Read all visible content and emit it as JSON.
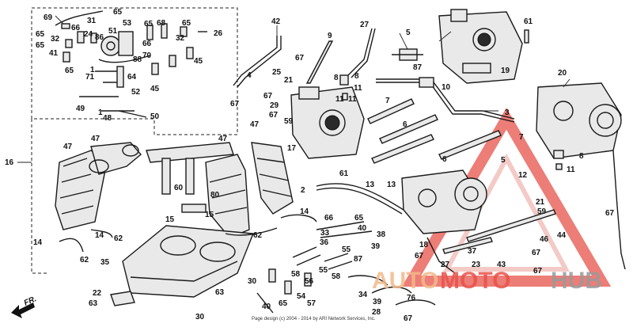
{
  "diagram": {
    "front_indicator": "FR.",
    "copyright": "Page design (c) 2004 - 2014 by ARI Network Services, Inc.",
    "callouts": [
      {
        "id": "c69",
        "text": "69"
      },
      {
        "id": "c65a",
        "text": "65"
      },
      {
        "id": "c31",
        "text": "31"
      },
      {
        "id": "c65b",
        "text": "65"
      },
      {
        "id": "c32a",
        "text": "32"
      },
      {
        "id": "c66a",
        "text": "66"
      },
      {
        "id": "c65c",
        "text": "65"
      },
      {
        "id": "c41",
        "text": "41"
      },
      {
        "id": "c86",
        "text": "86"
      },
      {
        "id": "c53",
        "text": "53"
      },
      {
        "id": "c51",
        "text": "51"
      },
      {
        "id": "c24",
        "text": "24"
      },
      {
        "id": "c68",
        "text": "68"
      },
      {
        "id": "c65d",
        "text": "65"
      },
      {
        "id": "c65e",
        "text": "65"
      },
      {
        "id": "c26",
        "text": "26"
      },
      {
        "id": "c32b",
        "text": "32"
      },
      {
        "id": "c66b",
        "text": "66"
      },
      {
        "id": "c45a",
        "text": "45"
      },
      {
        "id": "c70",
        "text": "70"
      },
      {
        "id": "c88",
        "text": "88"
      },
      {
        "id": "c65f",
        "text": "65"
      },
      {
        "id": "c71",
        "text": "71"
      },
      {
        "id": "c64",
        "text": "64"
      },
      {
        "id": "c1a",
        "text": "1"
      },
      {
        "id": "c52",
        "text": "52"
      },
      {
        "id": "c45b",
        "text": "45"
      },
      {
        "id": "c49",
        "text": "49"
      },
      {
        "id": "c1b",
        "text": "1"
      },
      {
        "id": "c48",
        "text": "48"
      },
      {
        "id": "c50",
        "text": "50"
      },
      {
        "id": "c42",
        "text": "42"
      },
      {
        "id": "c67a",
        "text": "67"
      },
      {
        "id": "c4",
        "text": "4"
      },
      {
        "id": "c25",
        "text": "25"
      },
      {
        "id": "c21a",
        "text": "21"
      },
      {
        "id": "c67b",
        "text": "67"
      },
      {
        "id": "c67c",
        "text": "67"
      },
      {
        "id": "c29",
        "text": "29"
      },
      {
        "id": "c67d",
        "text": "67"
      },
      {
        "id": "c9",
        "text": "9"
      },
      {
        "id": "c27a",
        "text": "27"
      },
      {
        "id": "c8a",
        "text": "8"
      },
      {
        "id": "c11a",
        "text": "11"
      },
      {
        "id": "c11b",
        "text": "11"
      },
      {
        "id": "c5a",
        "text": "5"
      },
      {
        "id": "c87a",
        "text": "87"
      },
      {
        "id": "c10",
        "text": "10"
      },
      {
        "id": "c19",
        "text": "19"
      },
      {
        "id": "c61a",
        "text": "61"
      },
      {
        "id": "c59a",
        "text": "59"
      },
      {
        "id": "c17",
        "text": "17"
      },
      {
        "id": "c7a",
        "text": "7"
      },
      {
        "id": "c3",
        "text": "3"
      },
      {
        "id": "c6a",
        "text": "6"
      },
      {
        "id": "c6b",
        "text": "6"
      },
      {
        "id": "c20",
        "text": "20"
      },
      {
        "id": "c47a",
        "text": "47"
      },
      {
        "id": "c47b",
        "text": "47"
      },
      {
        "id": "c47c",
        "text": "47"
      },
      {
        "id": "c47d",
        "text": "47"
      },
      {
        "id": "c16",
        "text": "16"
      },
      {
        "id": "c60",
        "text": "60"
      },
      {
        "id": "c80",
        "text": "80"
      },
      {
        "id": "c15a",
        "text": "15"
      },
      {
        "id": "c15b",
        "text": "15"
      },
      {
        "id": "c61b",
        "text": "61"
      },
      {
        "id": "c13a",
        "text": "13"
      },
      {
        "id": "c13b",
        "text": "13"
      },
      {
        "id": "c2",
        "text": "2"
      },
      {
        "id": "c8b",
        "text": "8"
      },
      {
        "id": "c11c",
        "text": "11"
      },
      {
        "id": "c7b",
        "text": "7"
      },
      {
        "id": "c5b",
        "text": "5"
      },
      {
        "id": "c12",
        "text": "12"
      },
      {
        "id": "c14a",
        "text": "14"
      },
      {
        "id": "c14b",
        "text": "14"
      },
      {
        "id": "c14c",
        "text": "14"
      },
      {
        "id": "c62a",
        "text": "62"
      },
      {
        "id": "c62b",
        "text": "62"
      },
      {
        "id": "c62c",
        "text": "62"
      },
      {
        "id": "c35",
        "text": "35"
      },
      {
        "id": "c66c",
        "text": "66"
      },
      {
        "id": "c65g",
        "text": "65"
      },
      {
        "id": "c40a",
        "text": "40"
      },
      {
        "id": "c38",
        "text": "38"
      },
      {
        "id": "c33",
        "text": "33"
      },
      {
        "id": "c36",
        "text": "36"
      },
      {
        "id": "c55a",
        "text": "55"
      },
      {
        "id": "c39a",
        "text": "39"
      },
      {
        "id": "c67e",
        "text": "67"
      },
      {
        "id": "c87b",
        "text": "87"
      },
      {
        "id": "c21b",
        "text": "21"
      },
      {
        "id": "c59b",
        "text": "59"
      },
      {
        "id": "c46",
        "text": "46"
      },
      {
        "id": "c44",
        "text": "44"
      },
      {
        "id": "c67f",
        "text": "67"
      },
      {
        "id": "c18",
        "text": "18"
      },
      {
        "id": "c27b",
        "text": "27"
      },
      {
        "id": "c37",
        "text": "37"
      },
      {
        "id": "c23",
        "text": "23"
      },
      {
        "id": "c43",
        "text": "43"
      },
      {
        "id": "c67g",
        "text": "67"
      },
      {
        "id": "c67h",
        "text": "67"
      },
      {
        "id": "c58a",
        "text": "58"
      },
      {
        "id": "c58b",
        "text": "58"
      },
      {
        "id": "c55b",
        "text": "55"
      },
      {
        "id": "c56",
        "text": "56"
      },
      {
        "id": "c54",
        "text": "54"
      },
      {
        "id": "c57",
        "text": "57"
      },
      {
        "id": "c30a",
        "text": "30"
      },
      {
        "id": "c30b",
        "text": "30"
      },
      {
        "id": "c63a",
        "text": "63"
      },
      {
        "id": "c63b",
        "text": "63"
      },
      {
        "id": "c22",
        "text": "22"
      },
      {
        "id": "c40b",
        "text": "40"
      },
      {
        "id": "c65h",
        "text": "65"
      },
      {
        "id": "c34",
        "text": "34"
      },
      {
        "id": "c39b",
        "text": "39"
      },
      {
        "id": "c28",
        "text": "28"
      },
      {
        "id": "c67i",
        "text": "67"
      },
      {
        "id": "c76",
        "text": "76"
      },
      {
        "id": "c8c",
        "text": "8"
      },
      {
        "id": "c11d",
        "text": "11"
      }
    ]
  },
  "watermark": {
    "part1": "AUTO",
    "part2": "MOTO",
    "part3": "HUB",
    "color_accent": "#e8524a",
    "color_mid": "#f4c49a",
    "color_gray": "#9a9a9a"
  }
}
